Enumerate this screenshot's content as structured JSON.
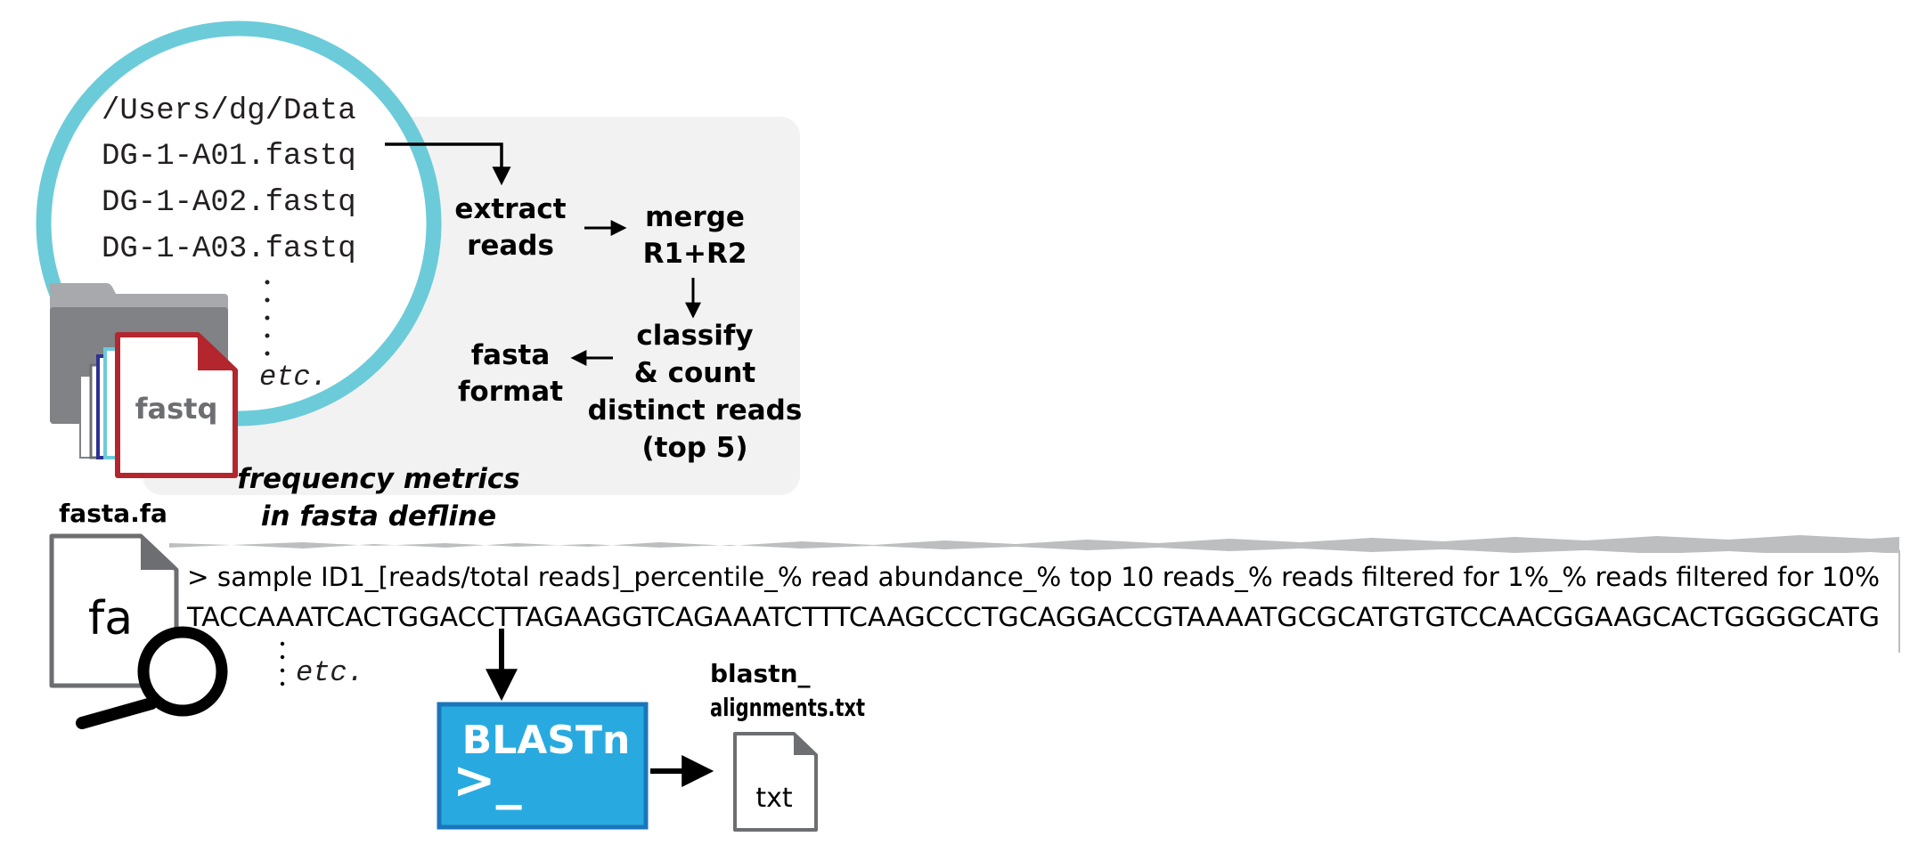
{
  "folder_listing": {
    "path": "/Users/dg/Data",
    "files": [
      "DG-1-A01.fastq",
      "DG-1-A02.fastq",
      "DG-1-A03.fastq"
    ],
    "etc": "etc.",
    "file_icon_label": "fastq"
  },
  "pipeline": {
    "extract": [
      "extract",
      "reads"
    ],
    "merge": [
      "merge",
      "R1+R2"
    ],
    "classify": [
      "classify",
      "& count",
      "distinct reads",
      "(top 5)"
    ],
    "fasta_format": [
      "fasta",
      "format"
    ]
  },
  "frequency_note": [
    "frequency metrics",
    "in fasta defline"
  ],
  "fasta_file": {
    "name": "fasta.fa",
    "icon_label": "fa",
    "defline": "> sample ID1_[reads/total reads]_percentile_% read abundance_% top 10 reads_% reads filtered for 1%_% reads filtered for 10%",
    "sequence": "TACCAAATCACTGGACCTTAGAAGGTCAGAAATCTTTCAAGCCCTGCAGGACCGTAAAATGCGCATGTGTCCAACGGAAGCACTGGGGCATG",
    "etc": "etc."
  },
  "blast": {
    "label": "BLASTn",
    "prompt": ">_",
    "output_name": [
      "blastn_",
      "alignments.txt"
    ],
    "output_icon_label": "txt"
  },
  "colors": {
    "circle": "#6ccbd9",
    "panel": "#f1f2f1",
    "blast_fill": "#28aae1",
    "blast_stroke": "#1b75bb",
    "fastq_red": "#b3262d",
    "folder_gray": "#808285"
  }
}
